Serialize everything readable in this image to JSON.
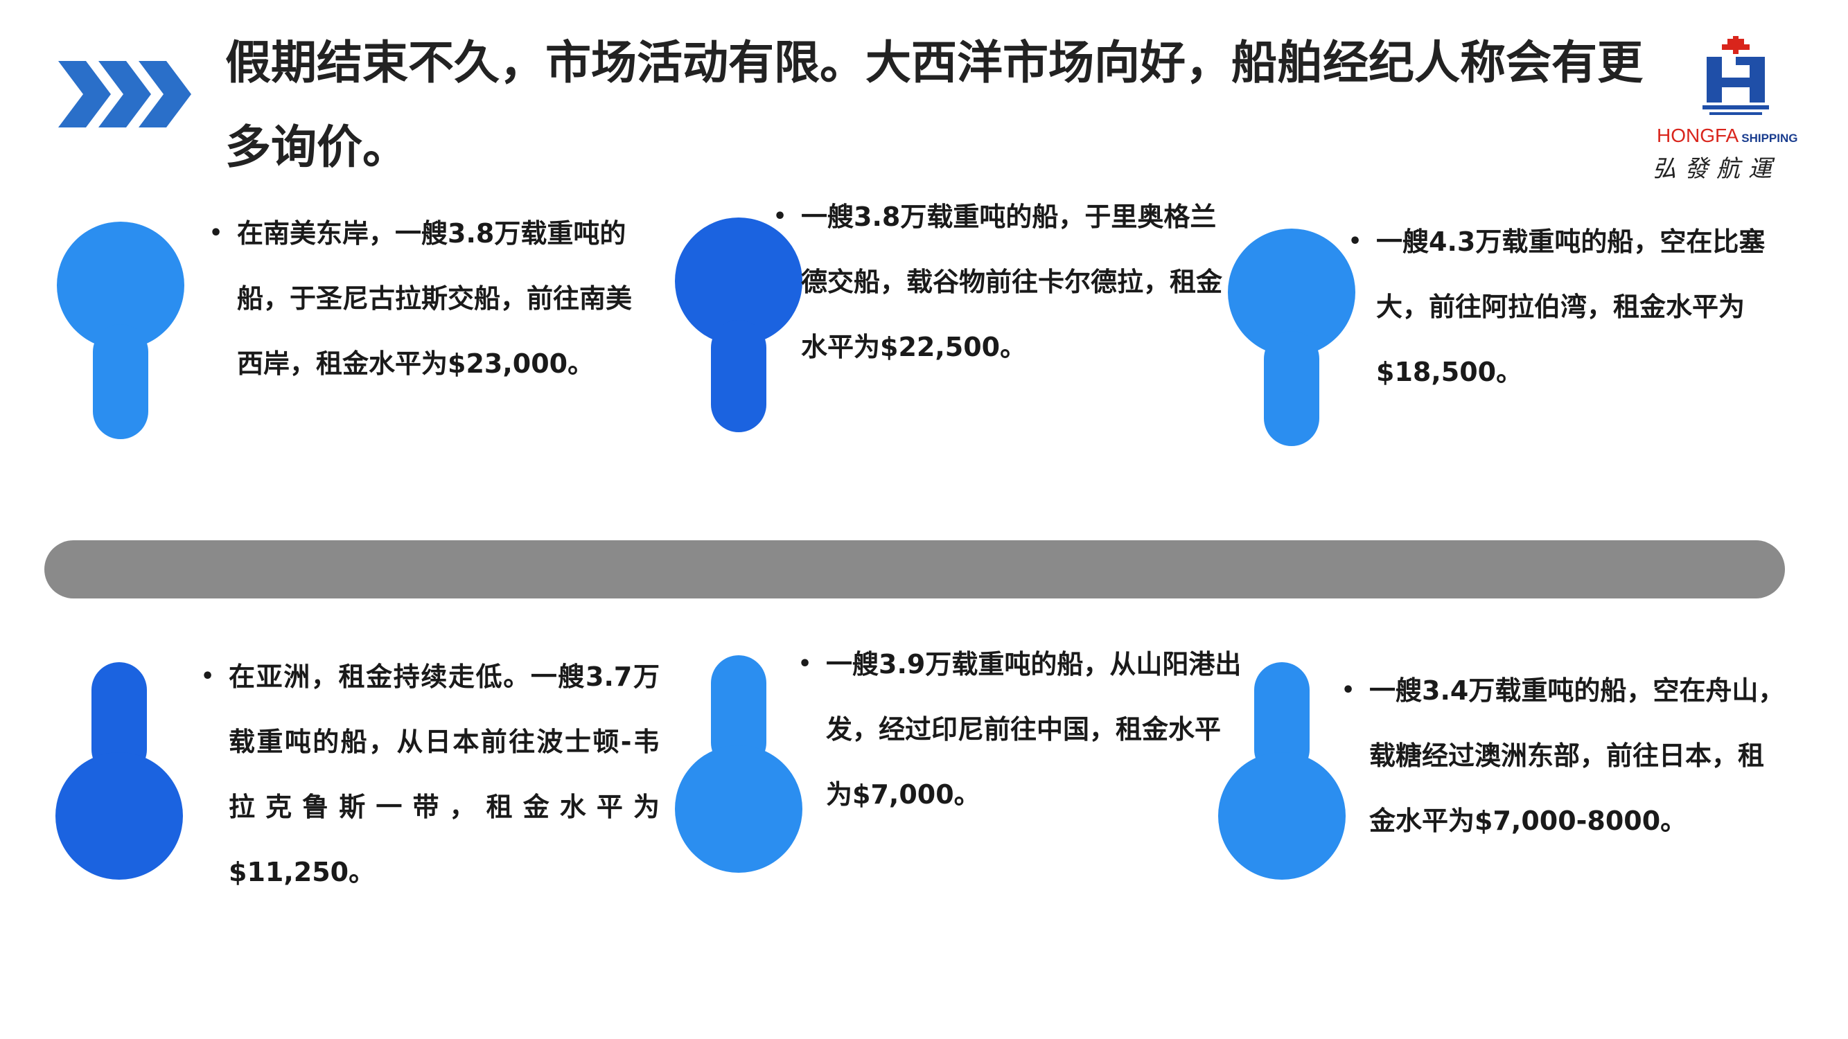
{
  "title": "假期结束不久，市场活动有限。大西洋市场向好，船舶经纪人称会有更多询价。",
  "logo": {
    "brand": "HONGFA",
    "sub": "SHIPPING",
    "chinese": "弘發航運"
  },
  "colors": {
    "accent_light": "#2b8ef0",
    "accent_dark": "#1b63e0",
    "divider": "#8a8a8a",
    "chevron": "#2a6fc9"
  },
  "bullet_glyph": "•",
  "reports_top": [
    {
      "text": "在南美东岸，一艘3.8万载重吨的船，于圣尼古拉斯交船，前往南美西岸，租金水平为$23,000。"
    },
    {
      "text": "一艘3.8万载重吨的船，于里奥格兰德交船，载谷物前往卡尔德拉，租金水平为$22,500。"
    },
    {
      "text": "一艘4.3万载重吨的船，空在比塞大，前往阿拉伯湾，租金水平为$18,500。"
    }
  ],
  "reports_bottom": [
    {
      "text": "在亚洲，租金持续走低。一艘3.7万载重吨的船，从日本前往波士顿-韦拉克鲁斯一带，租金水平为$11,250。"
    },
    {
      "text": "一艘3.9万载重吨的船，从山阳港出发，经过印尼前往中国，租金水平为$7,000。"
    },
    {
      "text": "一艘3.4万载重吨的船，空在舟山，载糖经过澳洲东部，前往日本，租金水平为$7,000-8000。"
    }
  ]
}
